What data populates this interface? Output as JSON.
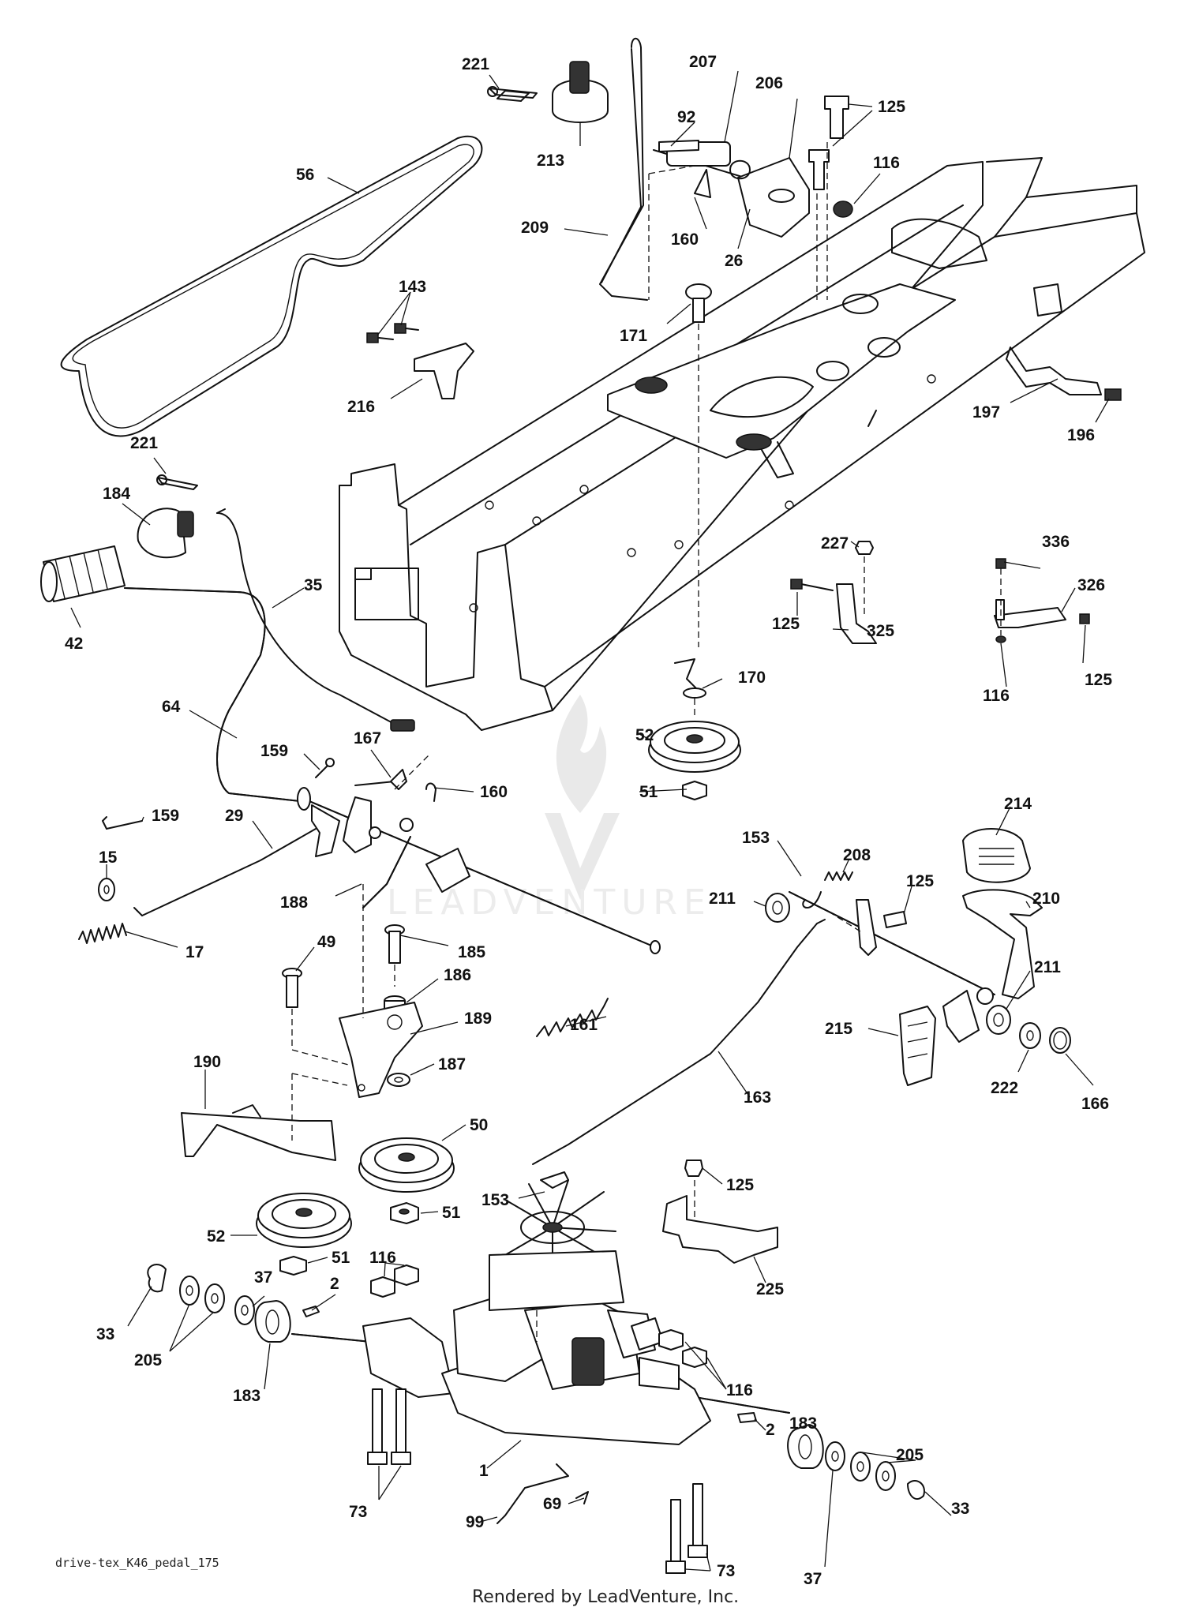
{
  "diagram": {
    "caption": "drive-tex_K46_pedal_175",
    "credit": "Rendered by LeadVenture, Inc.",
    "watermark": "LEADVENTURE",
    "labels": [
      {
        "id": "l221a",
        "text": "221"
      },
      {
        "id": "l213",
        "text": "213"
      },
      {
        "id": "l207",
        "text": "207"
      },
      {
        "id": "l206",
        "text": "206"
      },
      {
        "id": "l125a",
        "text": "125"
      },
      {
        "id": "l92",
        "text": "92"
      },
      {
        "id": "l116a",
        "text": "116"
      },
      {
        "id": "l56",
        "text": "56"
      },
      {
        "id": "l209",
        "text": "209"
      },
      {
        "id": "l160a",
        "text": "160"
      },
      {
        "id": "l26",
        "text": "26"
      },
      {
        "id": "l143",
        "text": "143"
      },
      {
        "id": "l171",
        "text": "171"
      },
      {
        "id": "l216",
        "text": "216"
      },
      {
        "id": "l197",
        "text": "197"
      },
      {
        "id": "l196",
        "text": "196"
      },
      {
        "id": "l221b",
        "text": "221"
      },
      {
        "id": "l184",
        "text": "184"
      },
      {
        "id": "l227",
        "text": "227"
      },
      {
        "id": "l336",
        "text": "336"
      },
      {
        "id": "l326",
        "text": "326"
      },
      {
        "id": "l35",
        "text": "35"
      },
      {
        "id": "l42",
        "text": "42"
      },
      {
        "id": "l125b",
        "text": "125"
      },
      {
        "id": "l325",
        "text": "325"
      },
      {
        "id": "l125c",
        "text": "125"
      },
      {
        "id": "l170",
        "text": "170"
      },
      {
        "id": "l116b",
        "text": "116"
      },
      {
        "id": "l64",
        "text": "64"
      },
      {
        "id": "l52a",
        "text": "52"
      },
      {
        "id": "l167",
        "text": "167"
      },
      {
        "id": "l159a",
        "text": "159"
      },
      {
        "id": "l160b",
        "text": "160"
      },
      {
        "id": "l51a",
        "text": "51"
      },
      {
        "id": "l214",
        "text": "214"
      },
      {
        "id": "l159b",
        "text": "159"
      },
      {
        "id": "l29",
        "text": "29"
      },
      {
        "id": "l153a",
        "text": "153"
      },
      {
        "id": "l208",
        "text": "208"
      },
      {
        "id": "l15",
        "text": "15"
      },
      {
        "id": "l125d",
        "text": "125"
      },
      {
        "id": "l211a",
        "text": "211"
      },
      {
        "id": "l210",
        "text": "210"
      },
      {
        "id": "l188",
        "text": "188"
      },
      {
        "id": "l17",
        "text": "17"
      },
      {
        "id": "l185",
        "text": "185"
      },
      {
        "id": "l49",
        "text": "49"
      },
      {
        "id": "l186",
        "text": "186"
      },
      {
        "id": "l211b",
        "text": "211"
      },
      {
        "id": "l189",
        "text": "189"
      },
      {
        "id": "l161",
        "text": "161"
      },
      {
        "id": "l215",
        "text": "215"
      },
      {
        "id": "l190",
        "text": "190"
      },
      {
        "id": "l187",
        "text": "187"
      },
      {
        "id": "l222",
        "text": "222"
      },
      {
        "id": "l166",
        "text": "166"
      },
      {
        "id": "l163",
        "text": "163"
      },
      {
        "id": "l50",
        "text": "50"
      },
      {
        "id": "l125e",
        "text": "125"
      },
      {
        "id": "l153b",
        "text": "153"
      },
      {
        "id": "l51b",
        "text": "51"
      },
      {
        "id": "l52b",
        "text": "52"
      },
      {
        "id": "l51c",
        "text": "51"
      },
      {
        "id": "l225",
        "text": "225"
      },
      {
        "id": "l116c",
        "text": "116"
      },
      {
        "id": "l37a",
        "text": "37"
      },
      {
        "id": "l2a",
        "text": "2"
      },
      {
        "id": "l33a",
        "text": "33"
      },
      {
        "id": "l205a",
        "text": "205"
      },
      {
        "id": "l183a",
        "text": "183"
      },
      {
        "id": "l116d",
        "text": "116"
      },
      {
        "id": "l2b",
        "text": "2"
      },
      {
        "id": "l183b",
        "text": "183"
      },
      {
        "id": "l205b",
        "text": "205"
      },
      {
        "id": "l1",
        "text": "1"
      },
      {
        "id": "l33b",
        "text": "33"
      },
      {
        "id": "l73a",
        "text": "73"
      },
      {
        "id": "l99",
        "text": "99"
      },
      {
        "id": "l69",
        "text": "69"
      },
      {
        "id": "l73b",
        "text": "73"
      },
      {
        "id": "l37b",
        "text": "37"
      }
    ]
  }
}
